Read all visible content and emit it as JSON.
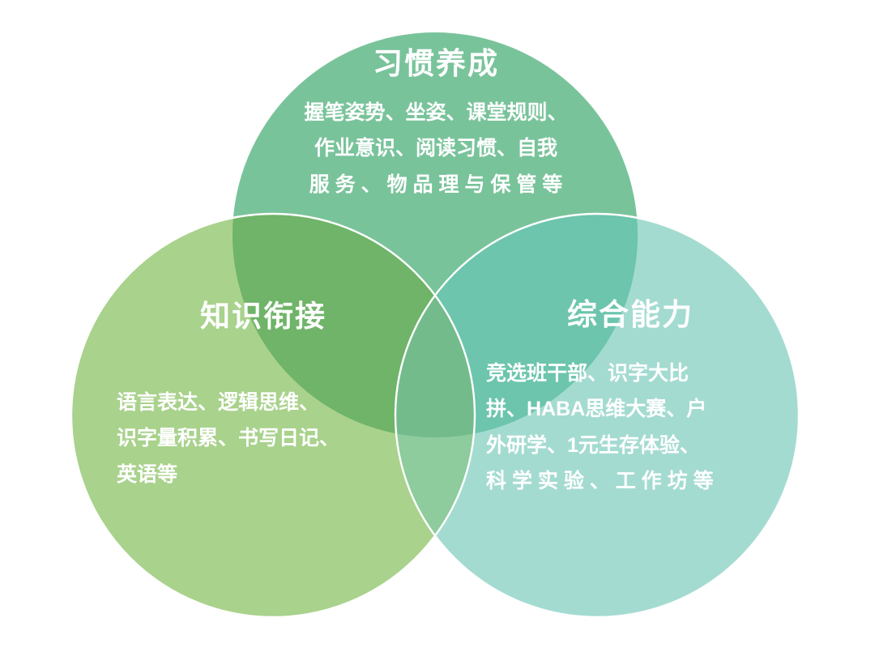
{
  "diagram": {
    "type": "venn",
    "set_count": 3,
    "background_color": "#ffffff",
    "outline_color": "#ffffff",
    "groups": [
      {
        "id": "habit",
        "title": "习惯养成",
        "position": "top",
        "fill_color": "#79c39b",
        "lines": [
          "握笔姿势、坐姿、课堂规则、",
          "作业意识、阅读习惯、自我",
          "服 务 、 物 品 理 与 保 管 等"
        ]
      },
      {
        "id": "knowledge",
        "title": "知识衔接",
        "position": "bottom-left",
        "fill_color": "#a9d28d",
        "lines": [
          "语言表达、逻辑思维、",
          "识字量积累、书写日记、",
          "英语等"
        ]
      },
      {
        "id": "ability",
        "title": "综合能力",
        "position": "bottom-right",
        "fill_color": "#a4dbd1",
        "lines": [
          "竞选班干部、识字大比",
          "拼、HABA思维大赛、户",
          "外研学、1元生存体验、",
          "科 学 实 验 、 工 作 坊 等"
        ]
      }
    ],
    "overlaps": [
      {
        "id": "habit-knowledge",
        "sets": [
          "habit",
          "knowledge"
        ],
        "fill_color": "#6fb468"
      },
      {
        "id": "habit-ability",
        "sets": [
          "habit",
          "ability"
        ],
        "fill_color": "#6cc5ac"
      },
      {
        "id": "knowledge-ability",
        "sets": [
          "knowledge",
          "ability"
        ],
        "fill_color": "#8ecb9d"
      },
      {
        "id": "all-three",
        "sets": [
          "habit",
          "knowledge",
          "ability"
        ],
        "fill_color": "#74bb8c"
      }
    ]
  }
}
